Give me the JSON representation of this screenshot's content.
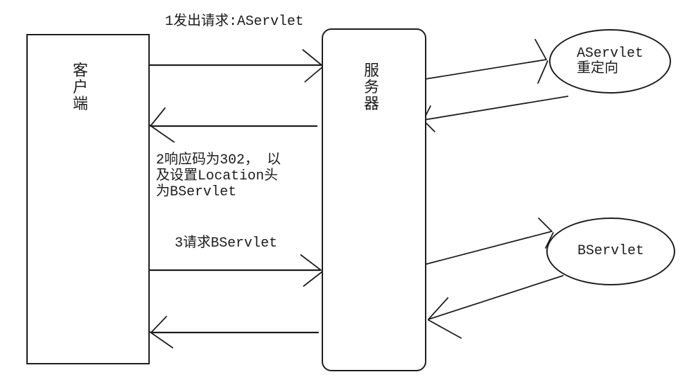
{
  "diagram": {
    "title": "Servlet redirect (302) flow diagram",
    "background_color": "#ffffff",
    "stroke_color": "#1c1c1c",
    "nodes": {
      "client": {
        "label": "客户端",
        "shape": "rectangle"
      },
      "server": {
        "label": "服务器",
        "shape": "rounded-rectangle"
      },
      "aservlet": {
        "label": "AServlet\n重定向",
        "shape": "ellipse"
      },
      "bservlet": {
        "label": "BServlet",
        "shape": "ellipse"
      }
    },
    "annotations": {
      "step1": "1发出请求:AServlet",
      "step2": "2响应码为302， 以\n及设置Location头\n为BServlet",
      "step3": "3请求BServlet"
    },
    "edges": [
      {
        "from": "客户端",
        "to": "服务器",
        "label": "1发出请求:AServlet"
      },
      {
        "from": "服务器",
        "to": "客户端",
        "label": "2响应码为302， 以及设置Location头为BServlet"
      },
      {
        "from": "客户端",
        "to": "服务器",
        "label": "3请求BServlet"
      },
      {
        "from": "服务器",
        "to": "客户端",
        "label": ""
      },
      {
        "from": "服务器",
        "to": "AServlet重定向",
        "label": ""
      },
      {
        "from": "AServlet重定向",
        "to": "服务器",
        "label": ""
      },
      {
        "from": "服务器",
        "to": "BServlet",
        "label": ""
      },
      {
        "from": "BServlet",
        "to": "服务器",
        "label": ""
      }
    ]
  }
}
